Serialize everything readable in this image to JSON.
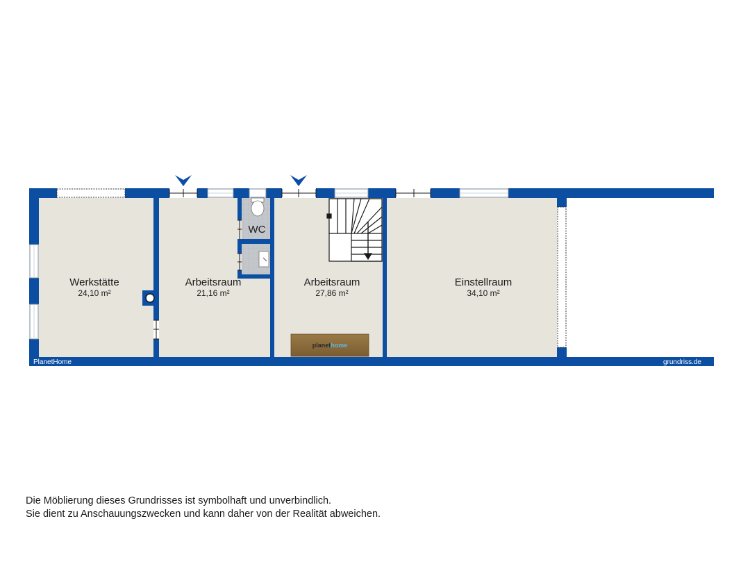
{
  "rooms": [
    {
      "name": "Werkstätte",
      "area": "24,10 m²"
    },
    {
      "name": "Arbeitsraum",
      "area": "21,16 m²"
    },
    {
      "name": "Arbeitsraum",
      "area": "27,86 m²"
    },
    {
      "name": "Einstellraum",
      "area": "34,10 m²"
    }
  ],
  "wc": {
    "label": "WC"
  },
  "footer": {
    "left": "PlanetHome",
    "right": "grundriss.de"
  },
  "logo": {
    "text_a": "planet",
    "text_b": "home"
  },
  "disclaimer": {
    "line1": "Die Möblierung dieses Grundrisses ist symbolhaft und unverbindlich.",
    "line2": "Sie dient zu Anschauungszwecken und kann daher von der Realität abweichen."
  },
  "colors": {
    "wall": "#0b4ea2",
    "floor": "#e7e4dc",
    "tile": "#c3c6ca",
    "logo_bg": "#8a6a3a",
    "logo_accent": "#5ab7e6"
  },
  "icons": [
    "entrance-arrow-icon",
    "toilet-icon",
    "sink-icon",
    "staircase-icon",
    "chimney-icon"
  ]
}
